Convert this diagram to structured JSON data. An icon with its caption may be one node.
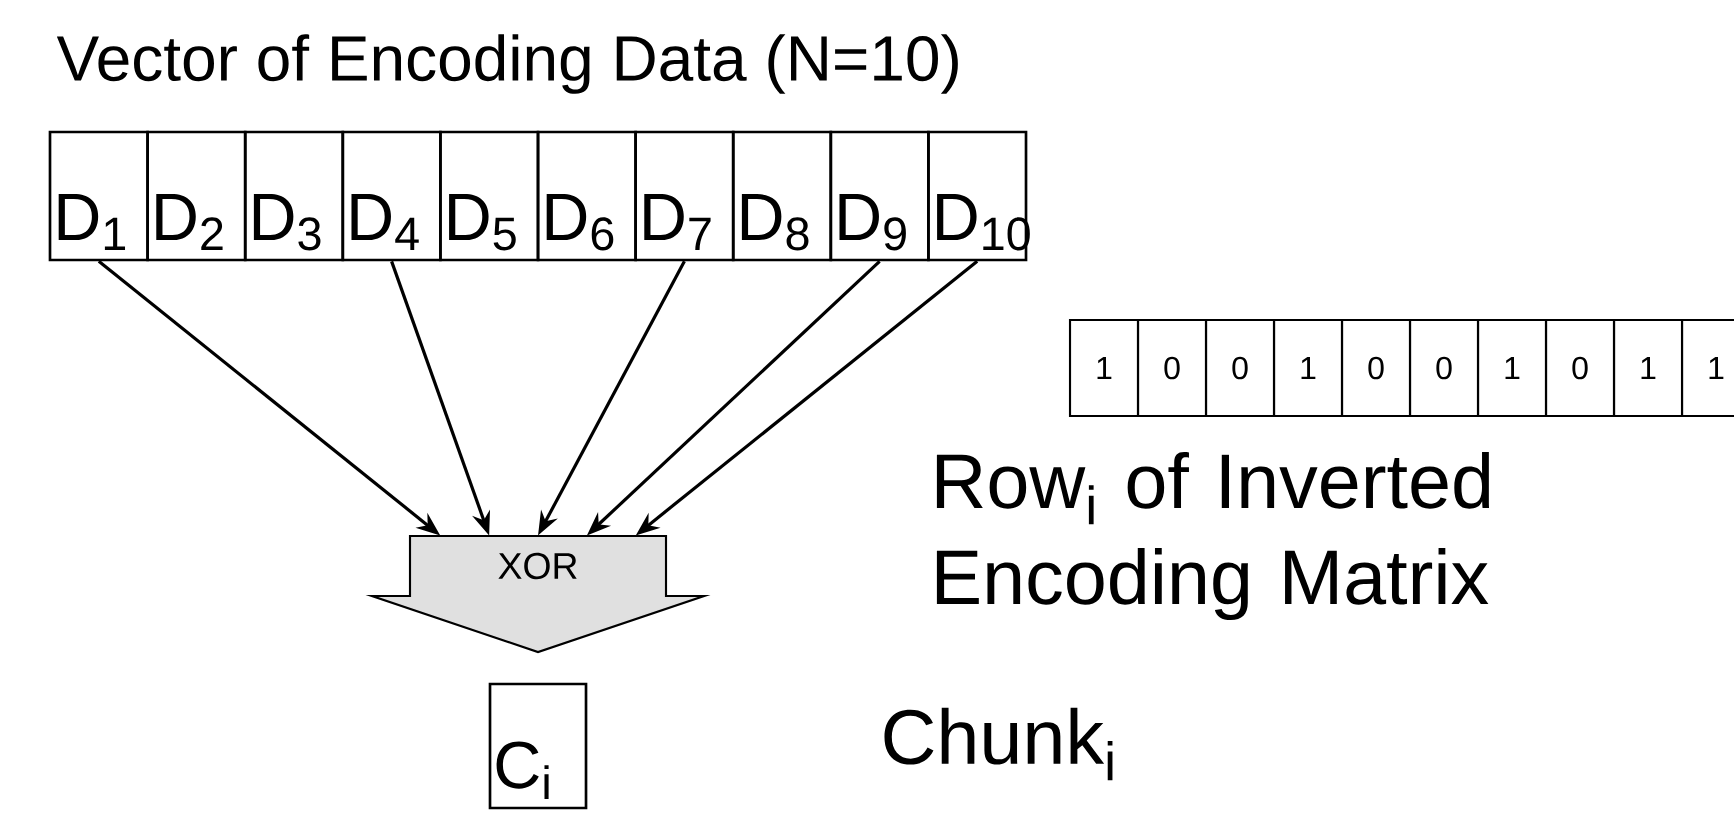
{
  "diagram": {
    "title": "Vector of Encoding Data (N=10)",
    "nodes": [
      {
        "text": [
          "D$_{1}$"
        ]
      },
      {
        "text": [
          "D$_{2}$"
        ]
      },
      {
        "text": [
          "D$_{3}$"
        ]
      },
      {
        "text": [
          "D$_{4}$"
        ]
      },
      {
        "text": [
          "D$_{5}$"
        ]
      },
      {
        "text": [
          "D$_{6}$"
        ]
      },
      {
        "text": [
          "D$_{7}$"
        ]
      },
      {
        "text": [
          "D$_{8}$"
        ]
      },
      {
        "text": [
          "D$_{9}$"
        ]
      },
      {
        "text": [
          "D$_{10}$"
        ]
      },
      {
        "text": [
          "XOR"
        ]
      },
      {
        "text": [
          "C$_{i}$"
        ]
      },
      {
        "text": [
          "1"
        ]
      },
      {
        "text": [
          "0"
        ]
      },
      {
        "text": [
          "0"
        ]
      },
      {
        "text": [
          "1"
        ]
      },
      {
        "text": [
          "0"
        ]
      },
      {
        "text": [
          "0"
        ]
      },
      {
        "text": [
          "1"
        ]
      },
      {
        "text": [
          "0"
        ]
      },
      {
        "text": [
          "1"
        ]
      },
      {
        "text": [
          "1"
        ]
      }
    ],
    "edges": [
      {
        "from": 0,
        "to": 10,
        "arrow": "to"
      },
      {
        "from": 3,
        "to": 10,
        "arrow": "to"
      },
      {
        "from": 6,
        "to": 10,
        "arrow": "to"
      },
      {
        "from": 8,
        "to": 10,
        "arrow": "to"
      },
      {
        "from": 9,
        "to": 10,
        "arrow": "to"
      }
    ],
    "labels": [
      "Row$_{i}$ of Inverted Encoding Matrix",
      "Chunk$_{i}$"
    ]
  }
}
